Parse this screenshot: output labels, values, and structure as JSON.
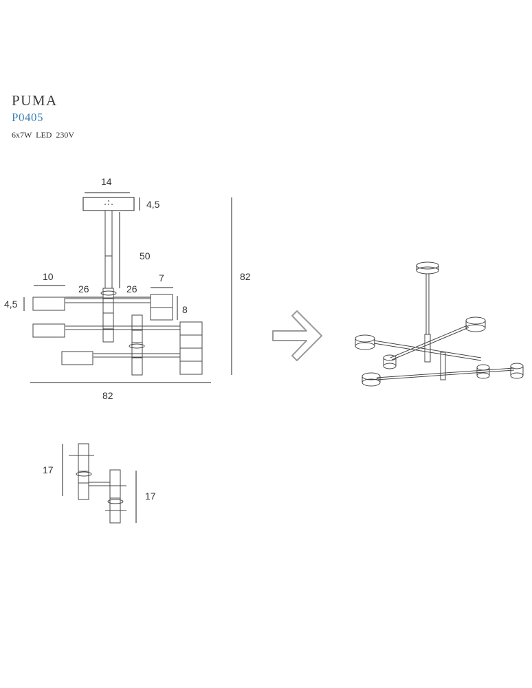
{
  "product": {
    "name": "PUMA",
    "code": "P0405",
    "spec": "6x7W  LED  230V"
  },
  "dimensions": {
    "canopy_width": "14",
    "canopy_height": "4,5",
    "rod_length": "50",
    "head_left_width": "10",
    "head_right_width": "7",
    "arm_left": "26",
    "arm_right": "26",
    "head_left_height": "4,5",
    "head_right_height": "8",
    "total_height": "82",
    "total_width": "82",
    "joint_left": "17",
    "joint_right": "17"
  },
  "colors": {
    "line": "#444444",
    "accent": "#3f7fb3",
    "arrow": "#9a9a9a"
  }
}
